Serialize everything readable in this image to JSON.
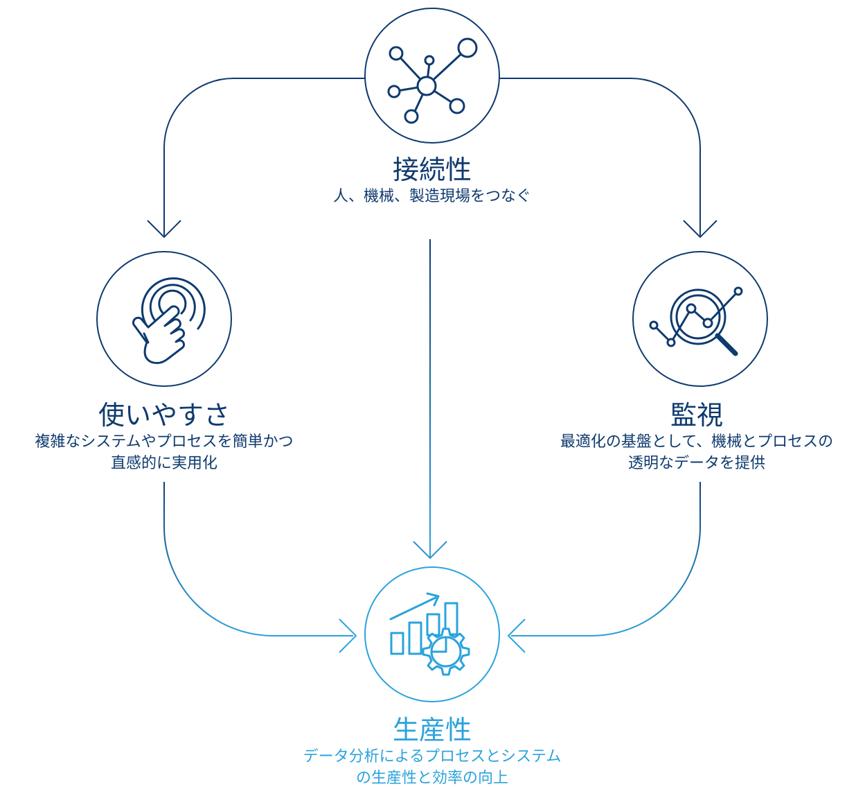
{
  "nodes": {
    "connectivity": {
      "title": "接続性",
      "desc": "人、機械、製造現場をつなぐ",
      "icon": "network-nodes-icon"
    },
    "usability": {
      "title": "使いやすさ",
      "desc_line1": "複雑なシステムやプロセスを簡単かつ",
      "desc_line2": "直感的に実用化",
      "icon": "touch-hand-icon"
    },
    "monitoring": {
      "title": "監視",
      "desc_line1": "最適化の基盤として、機械とプロセスの",
      "desc_line2": "透明なデータを提供",
      "icon": "magnifier-chart-icon"
    },
    "productivity": {
      "title": "生産性",
      "desc_line1": "データ分析によるプロセスとシステム",
      "desc_line2": "の生産性と効率の向上",
      "icon": "chart-gear-icon"
    }
  },
  "colors": {
    "dark": "#0e3a6e",
    "light": "#2aa3dc"
  }
}
